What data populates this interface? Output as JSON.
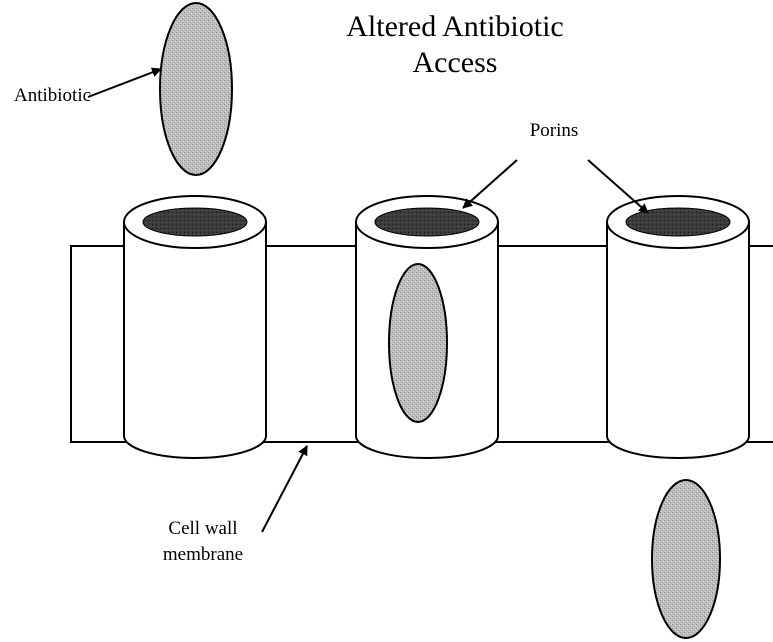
{
  "title": [
    "Altered Antibiotic",
    "Access"
  ],
  "labels": {
    "antibiotic": "Antibiotic",
    "porins": "Porins",
    "membrane": [
      "Cell wall",
      "membrane"
    ]
  },
  "colors": {
    "antibiotic_fill": "#b9b9b9",
    "porin_hole": "#3a3a3a",
    "stroke": "#000000",
    "background": "#ffffff"
  }
}
